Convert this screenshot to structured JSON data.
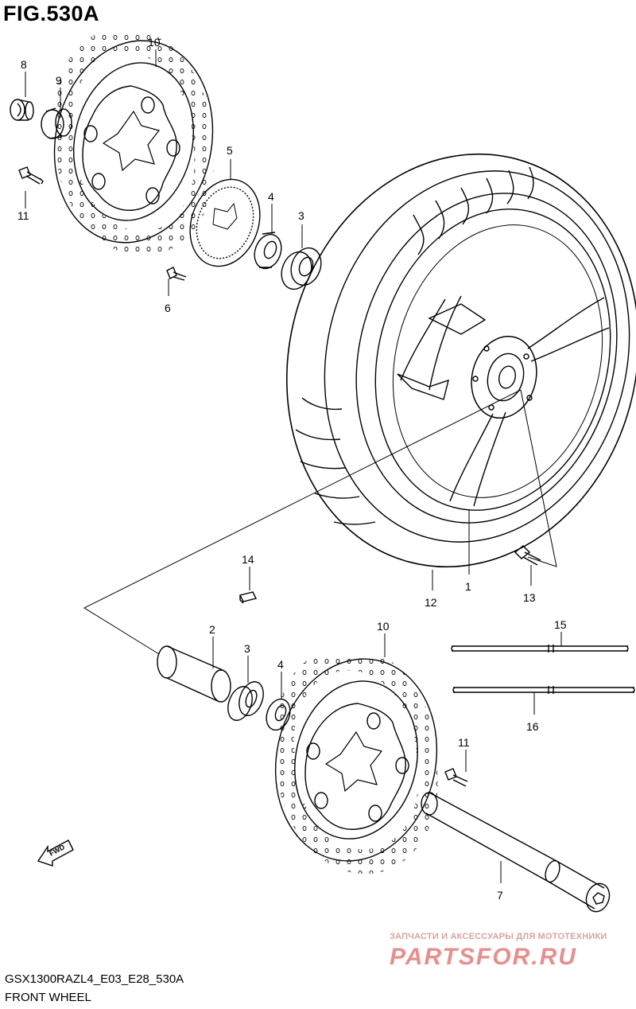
{
  "figure": {
    "title": "FIG.530A",
    "model_code": "GSX1300RAZL4_E03_E28_530A",
    "name": "FRONT WHEEL"
  },
  "fwd_label": "FWD",
  "callouts": [
    {
      "id": "c8",
      "number": "8"
    },
    {
      "id": "c9",
      "number": "9"
    },
    {
      "id": "c10a",
      "number": "10"
    },
    {
      "id": "c11a",
      "number": "11"
    },
    {
      "id": "c5",
      "number": "5"
    },
    {
      "id": "c4a",
      "number": "4"
    },
    {
      "id": "c3a",
      "number": "3"
    },
    {
      "id": "c6",
      "number": "6"
    },
    {
      "id": "c14",
      "number": "14"
    },
    {
      "id": "c12",
      "number": "12"
    },
    {
      "id": "c1",
      "number": "1"
    },
    {
      "id": "c13",
      "number": "13"
    },
    {
      "id": "c2",
      "number": "2"
    },
    {
      "id": "c3b",
      "number": "3"
    },
    {
      "id": "c4b",
      "number": "4"
    },
    {
      "id": "c10b",
      "number": "10"
    },
    {
      "id": "c15",
      "number": "15"
    },
    {
      "id": "c16",
      "number": "16"
    },
    {
      "id": "c11b",
      "number": "11"
    },
    {
      "id": "c7",
      "number": "7"
    }
  ],
  "watermark": {
    "tagline": "ЗАПЧАСТИ И АКСЕССУАРЫ ДЛЯ МОТОТЕХНИКИ",
    "brand": "PARTSFOR.RU",
    "color": "#e78e8e"
  }
}
